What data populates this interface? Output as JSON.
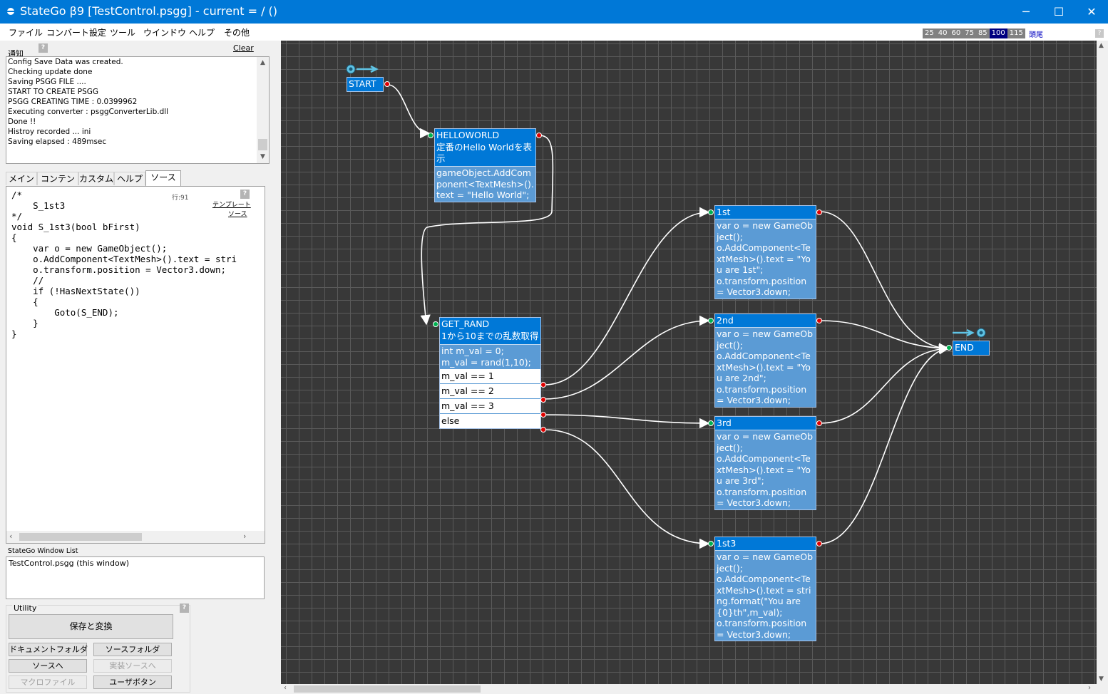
{
  "window": {
    "title": "StateGo β9   [TestControl.psgg] - current = / ()",
    "min_glyph": "─",
    "max_glyph": "☐",
    "close_glyph": "✕"
  },
  "menu": [
    "ファイル",
    "コンバート設定",
    "ツール",
    "ウインドウ",
    "ヘルプ",
    "その他"
  ],
  "zoom": {
    "levels": [
      "25",
      "40",
      "60",
      "75",
      "85",
      "100",
      "115"
    ],
    "selected": "100",
    "tail_label": "頭尾",
    "help": "?"
  },
  "notify": {
    "label": "通知",
    "help": "?",
    "clear": "Clear",
    "lines": [
      "Config Save Data was created.",
      "Checking update  done",
      "Saving PSGG FILE ....",
      "START TO CREATE PSGG",
      "PSGG CREATING TIME : 0.0399962",
      "Executing converter : psggConverterLib.dll",
      "Done !!",
      "Histroy recorded ... ini",
      "Saving elapsed : 489msec"
    ]
  },
  "tabs": [
    "メイン",
    "コンテンツ",
    "カスタム",
    "ヘルプ",
    "ソース"
  ],
  "source": {
    "line_info": "行:91",
    "help": "?",
    "template_link": "テンプレート",
    "source_link": "ソース",
    "code": [
      "/*",
      "    S_1st3",
      "*/",
      "void S_1st3(bool bFirst)",
      "{",
      "    var o = new GameObject();",
      "    o.AddComponent<TextMesh>().text = stri",
      "    o.transform.position = Vector3.down;",
      "    //",
      "    if (!HasNextState())",
      "    {",
      "        Goto(S_END);",
      "    }",
      "}"
    ]
  },
  "window_list": {
    "label": "StateGo Window List",
    "items": [
      "TestControl.psgg (this window)"
    ]
  },
  "utility": {
    "label": "Utility",
    "help": "?",
    "save_convert": "保存と変換",
    "doc_folder": "ドキュメントフォルダ",
    "src_folder": "ソースフォルダ",
    "to_source": "ソースへ",
    "to_impl_source": "実装ソースへ",
    "macro_file": "マクロファイル",
    "user_button": "ユーザボタン"
  },
  "graph": {
    "start": "START",
    "end": "END",
    "helloworld": {
      "name": "HELLOWORLD",
      "desc": "定番のHello Worldを表示",
      "body": "gameObject.AddComponent<TextMesh>().text = \"Hello World\";"
    },
    "get_rand": {
      "name": "GET_RAND",
      "desc": "1から10までの乱数取得",
      "body": "int m_val = 0;\nm_val = rand(1,10);",
      "branches": [
        "m_val == 1",
        "m_val == 2",
        "m_val == 3",
        "else"
      ]
    },
    "s1st": {
      "name": "1st",
      "body": "var o = new GameObject();\no.AddComponent<TextMesh>().text = \"You are 1st\";\no.transform.position = Vector3.down;"
    },
    "s2nd": {
      "name": "2nd",
      "body": "var o = new GameObject();\no.AddComponent<TextMesh>().text = \"You are 2nd\";\no.transform.position = Vector3.down;"
    },
    "s3rd": {
      "name": "3rd",
      "body": "var o = new GameObject();\no.AddComponent<TextMesh>().text = \"You are 3rd\";\no.transform.position = Vector3.down;"
    },
    "s1st3": {
      "name": "1st3",
      "body": "var o = new GameObject();\no.AddComponent<TextMesh>().text = string.format(\"You are {0}th\",m_val);\no.transform.position = Vector3.down;"
    }
  },
  "colors": {
    "titlebar": "#0078d7",
    "node_head": "#0078d7",
    "node_body": "#5b9bd5",
    "canvas": "#383838",
    "port_in": "#00b050",
    "port_out": "#e00000"
  }
}
